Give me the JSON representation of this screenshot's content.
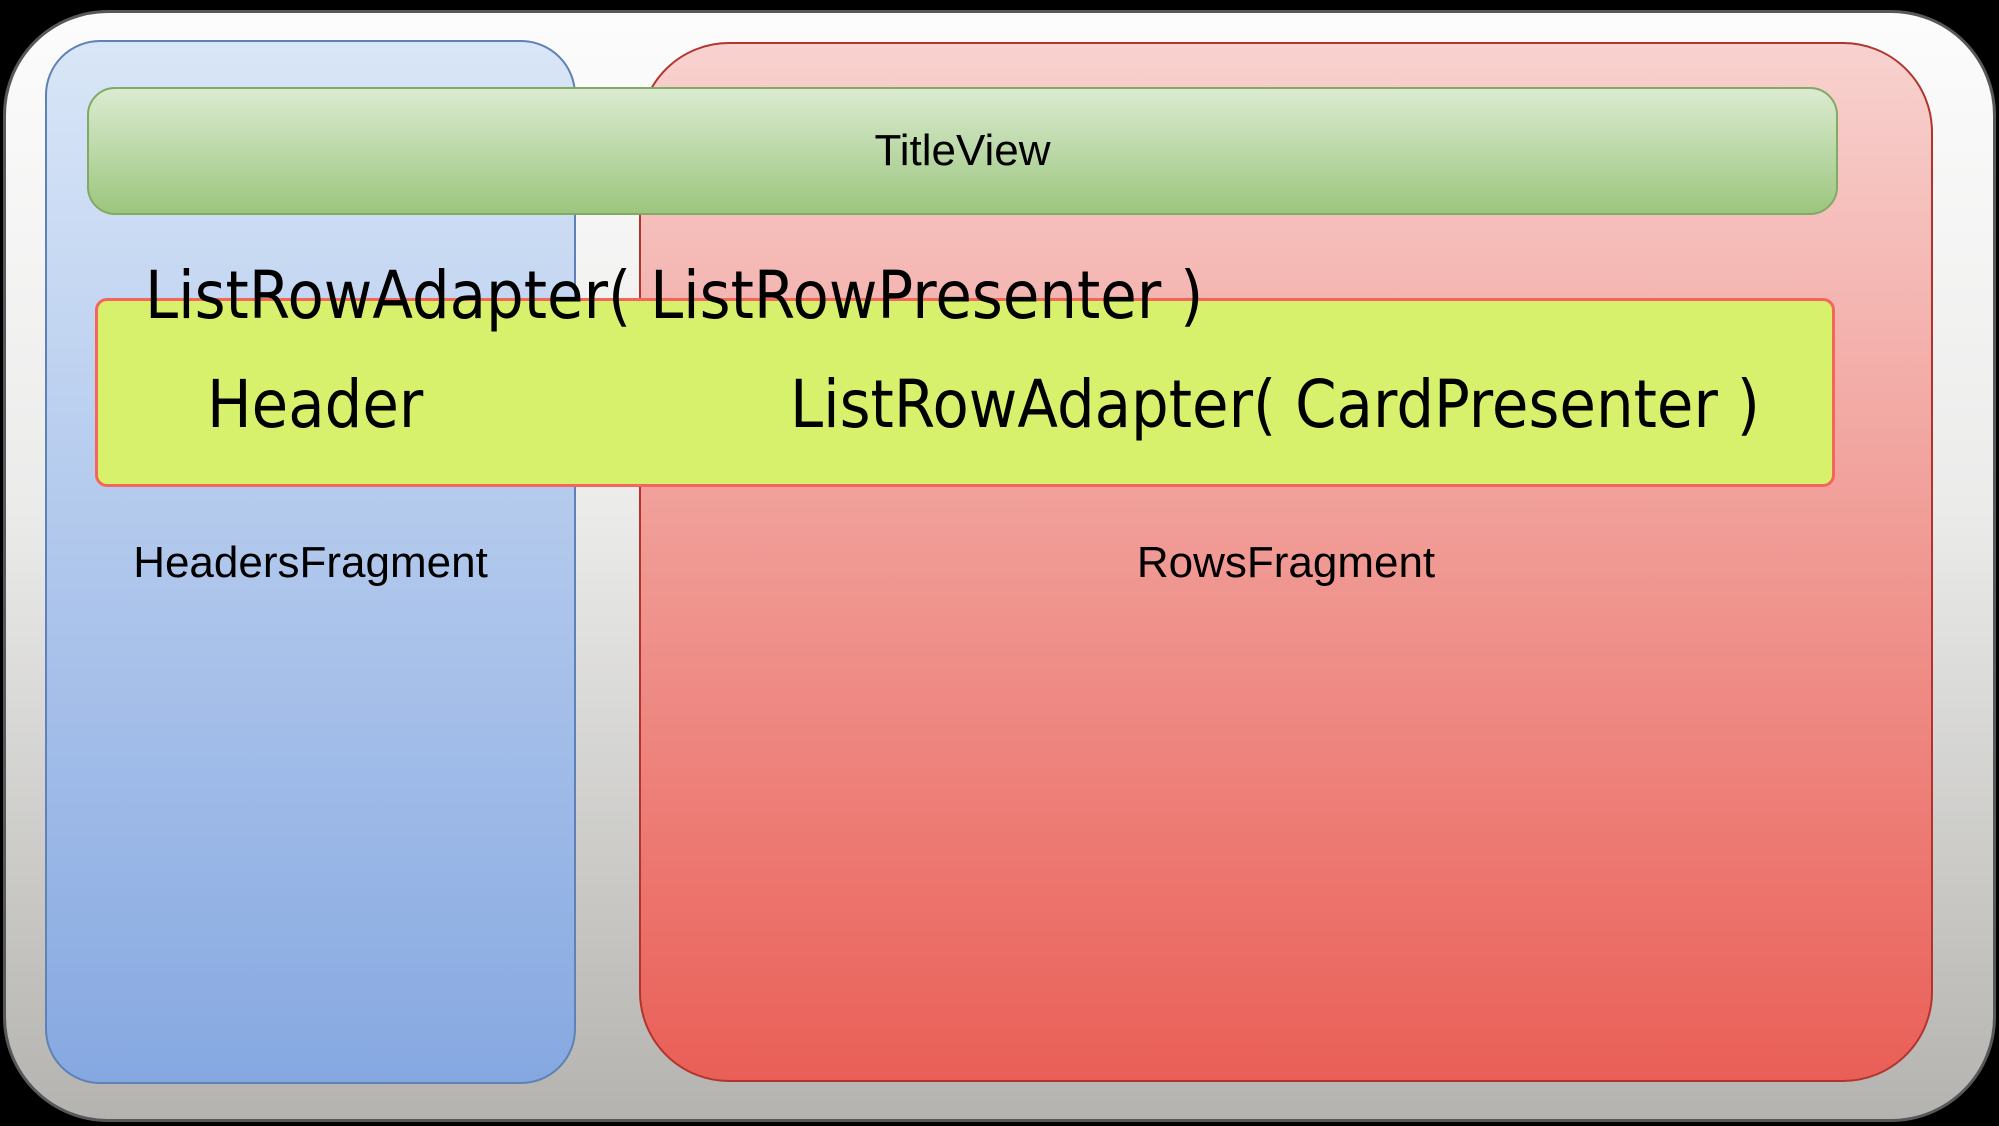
{
  "diagram": {
    "title_view_label": "TitleView",
    "list_row_adapter_row_label": "ListRowAdapter( ListRowPresenter )",
    "header_label": "Header",
    "list_row_adapter_card_label": "ListRowAdapter( CardPresenter )",
    "headers_fragment_label": "HeadersFragment",
    "rows_fragment_label": "RowsFragment"
  },
  "colors": {
    "page-bg": "#000000",
    "outer-top": "#fcfcfc",
    "outer-bottom": "#b4b3af",
    "outer-border": "#58585a",
    "headers-top": "#d9e6f7",
    "headers-bottom": "#86a8e1",
    "headers-border": "#5f81b5",
    "rows-top": "#f8d2cf",
    "rows-bottom": "#e95f57",
    "rows-border": "#b2352d",
    "title-top": "#dbebd1",
    "title-bottom": "#9cc67e",
    "title-border": "#82a965",
    "adapter-fill": "#d7f16d",
    "adapter-border": "#f4665c",
    "text": "#000000"
  }
}
